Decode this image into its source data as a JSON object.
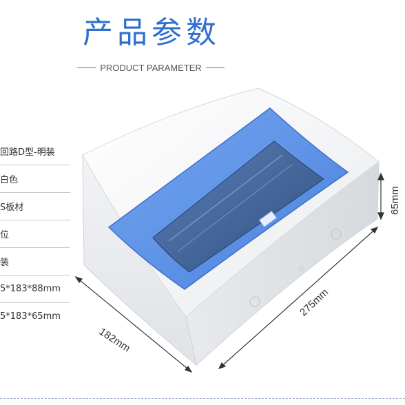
{
  "header": {
    "title": "产品参数",
    "subtitle": "PRODUCT PARAMETER"
  },
  "specs": [
    "回路D型-明装",
    "白色",
    "S板材",
    "位",
    "装",
    "5*183*88mm",
    "5*183*65mm"
  ],
  "dimensions": {
    "width": "182mm",
    "length": "275mm",
    "height": "65mm"
  },
  "colors": {
    "title": "#2f6fd0",
    "cover": "#4a86e8",
    "box": "#f4f5f7"
  }
}
